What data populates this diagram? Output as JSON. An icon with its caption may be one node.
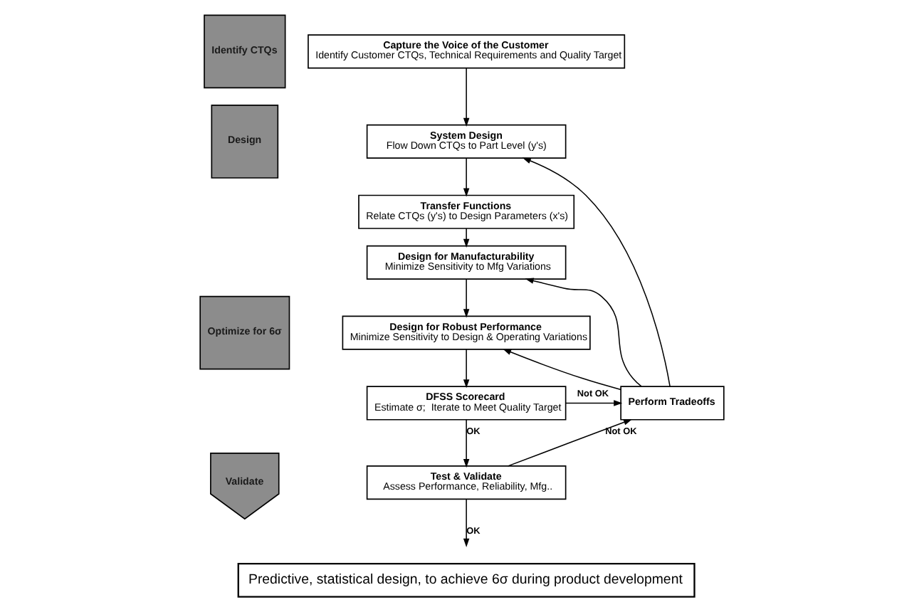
{
  "diagram": {
    "nodes": [
      {
        "text": [
          "Identify CTQs"
        ]
      },
      {
        "text": [
          "Design"
        ]
      },
      {
        "text": [
          "Optimize for 6σ"
        ]
      },
      {
        "text": [
          "Validate"
        ]
      },
      {
        "text": [
          "Capture the Voice of the Customer",
          "Identify Customer CTQs, Technical Requirements and Quality Target"
        ]
      },
      {
        "text": [
          "System Design",
          "Flow Down CTQs to Part Level (y's)"
        ]
      },
      {
        "text": [
          "Transfer Functions",
          "Relate CTQs (y's) to Design Parameters (x's)"
        ]
      },
      {
        "text": [
          "Design for Manufacturability",
          "Minimize Sensitivity to Mfg Variations"
        ]
      },
      {
        "text": [
          "Design for Robust Performance",
          "Minimize Sensitivity to Design & Operating Variations"
        ]
      },
      {
        "text": [
          "DFSS Scorecard",
          "Estimate σ;  Iterate to Meet Quality Target"
        ]
      },
      {
        "text": [
          "Test & Validate",
          "Assess Performance, Reliability, Mfg.."
        ]
      },
      {
        "text": [
          "Perform Tradeoffs"
        ]
      },
      {
        "text": [
          "Predictive, statistical design, to achieve 6σ during product development"
        ]
      }
    ],
    "edges": [
      {
        "from": 4,
        "to": 5,
        "arrow": "to"
      },
      {
        "from": 5,
        "to": 6,
        "arrow": "to"
      },
      {
        "from": 6,
        "to": 7,
        "arrow": "to"
      },
      {
        "from": 7,
        "to": 8,
        "arrow": "to"
      },
      {
        "from": 8,
        "to": 9,
        "arrow": "to"
      },
      {
        "from": 9,
        "to": 10,
        "label": "OK",
        "arrow": "to"
      },
      {
        "from": 10,
        "to": null,
        "label": "OK",
        "arrow": "to"
      },
      {
        "from": 9,
        "to": 11,
        "label": "Not OK",
        "arrow": "to"
      },
      {
        "from": 10,
        "to": 11,
        "label": "Not OK",
        "arrow": "to"
      },
      {
        "from": 11,
        "to": 5,
        "arrow": "to"
      },
      {
        "from": 11,
        "to": 7,
        "arrow": "to"
      },
      {
        "from": 11,
        "to": 8,
        "arrow": "to"
      }
    ]
  }
}
